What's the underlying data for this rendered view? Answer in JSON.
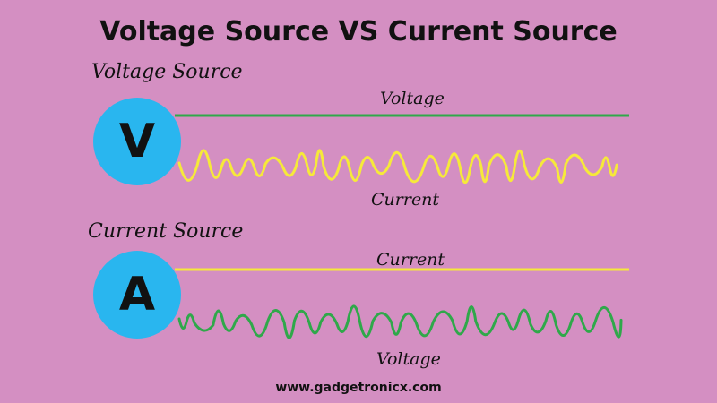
{
  "title": "Voltage Source VS Current Source",
  "voltage_source": {
    "label": "Voltage Source",
    "symbol": "V",
    "flat_line_label": "Voltage",
    "wave_label": "Current",
    "flat_color": "#2fa84a",
    "wave_color": "#f6e93a"
  },
  "current_source": {
    "label": "Current Source",
    "symbol": "A",
    "flat_line_label": "Current",
    "wave_label": "Voltage",
    "flat_color": "#f6e93a",
    "wave_color": "#2fa84a"
  },
  "circle_color": "#29b6ef",
  "website": "www.gadgetronicx.com"
}
